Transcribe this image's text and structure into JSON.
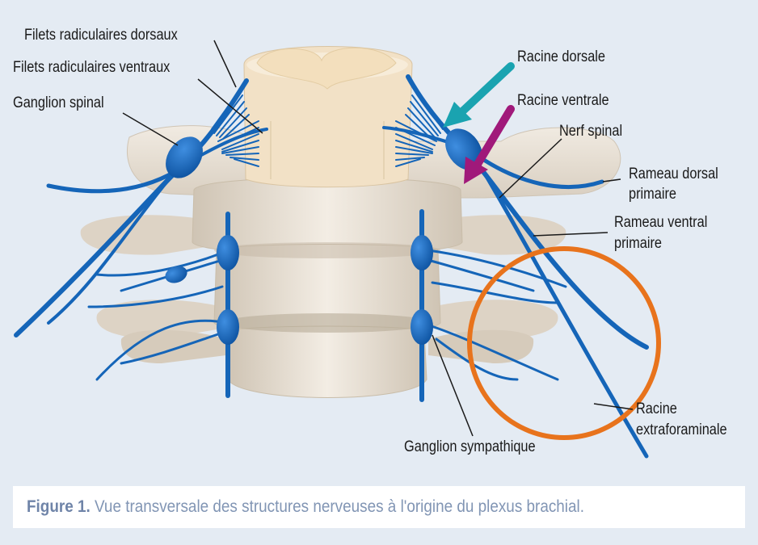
{
  "labels": {
    "filets_dorsaux": "Filets radiculaires dorsaux",
    "filets_ventraux": "Filets radiculaires ventraux",
    "ganglion_spinal": "Ganglion spinal",
    "racine_dorsale": "Racine dorsale",
    "racine_ventrale": "Racine ventrale",
    "nerf_spinal": "Nerf spinal",
    "rameau_dorsal_1": "Rameau dorsal",
    "rameau_dorsal_2": "primaire",
    "rameau_ventral_1": "Rameau ventral",
    "rameau_ventral_2": "primaire",
    "racine_extra_1": "Racine",
    "racine_extra_2": "extraforaminale",
    "ganglion_sympathique": "Ganglion sympathique"
  },
  "caption": {
    "figure_label": "Figure 1.",
    "text": " Vue transversale des structures nerveuses à l'origine du plexus brachial."
  },
  "colors": {
    "background": "#e4ebf3",
    "nerve_blue": "#1565b8",
    "bone": "#e9e1d5",
    "cord": "#f4e3c9",
    "arrow_teal": "#1aa3b0",
    "arrow_magenta": "#a0197a",
    "circle_orange": "#e8731c",
    "caption_text": "#8195b4"
  }
}
